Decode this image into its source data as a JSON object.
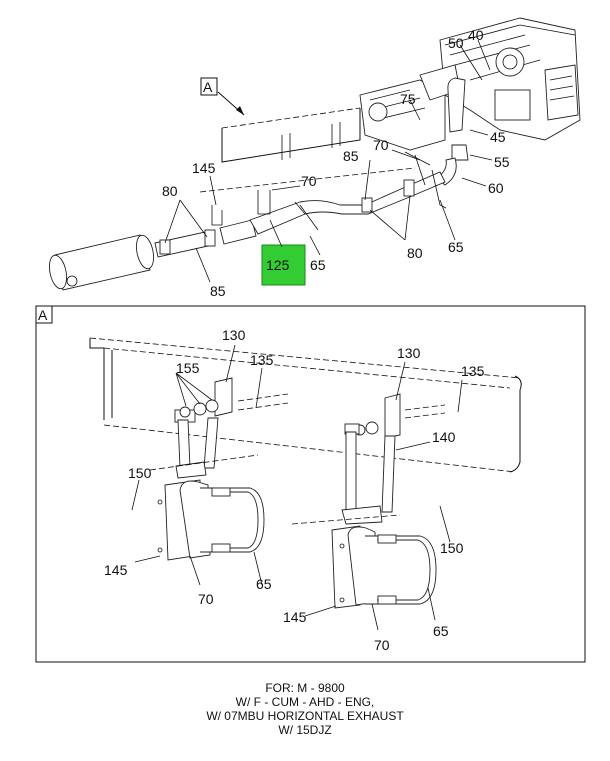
{
  "callout_view": "A",
  "highlight_color": "#33cc33",
  "main_labels": {
    "l50": "50",
    "l40": "40",
    "l75": "75",
    "l45": "45",
    "l85a": "85",
    "l70a": "70",
    "l55": "55",
    "l145": "145",
    "l70b": "70",
    "l60": "60",
    "l80a": "80",
    "l65a": "65",
    "l125": "125",
    "l65b": "65",
    "l80b": "80",
    "l85b": "85"
  },
  "detail_labels": {
    "l130a": "130",
    "l155": "155",
    "l135a": "135",
    "l150a": "150",
    "l145": "145",
    "l70": "70",
    "l65a": "65",
    "l130b": "130",
    "l135b": "135",
    "l140": "140",
    "l150b": "150",
    "l145b": "145",
    "l65b": "65",
    "l70b": "70"
  },
  "caption": {
    "line1": "FOR: M - 9800",
    "line2": "W/ F - CUM - AHD - ENG,",
    "line3": "W/ 07MBU HORIZONTAL EXHAUST",
    "line4": "W/ 15DJZ"
  }
}
